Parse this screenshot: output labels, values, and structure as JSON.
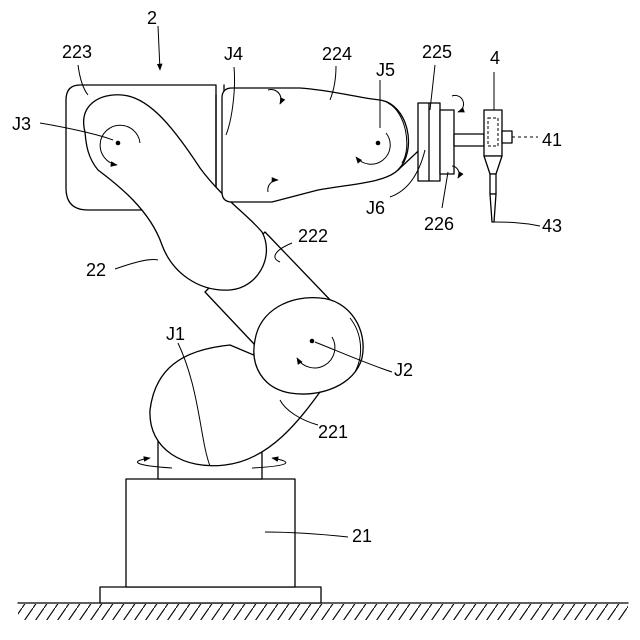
{
  "figure": {
    "labels": {
      "robot": "2",
      "base": "21",
      "arm": "22",
      "lower_arm": "221",
      "upper_arm": "222",
      "link_223": "223",
      "link_224": "224",
      "link_225": "225",
      "link_226": "226",
      "end_effector": "4",
      "sensor": "41",
      "nozzle": "43",
      "joint_1": "J1",
      "joint_2": "J2",
      "joint_3": "J3",
      "joint_4": "J4",
      "joint_5": "J5",
      "joint_6": "J6"
    },
    "colors": {
      "line": "#000000",
      "fill": "#ffffff"
    }
  }
}
